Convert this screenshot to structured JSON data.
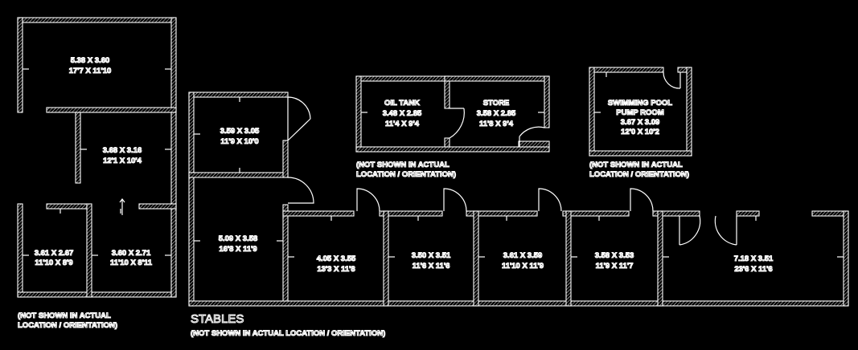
{
  "rooms": [
    {
      "id": "main-a",
      "metric": "5.38 X 3.60",
      "imperial": "17'7 X 11'10"
    },
    {
      "id": "main-b",
      "metric": "3.68 X 3.16",
      "imperial": "12'1 X 10'4"
    },
    {
      "id": "main-c",
      "metric": "3.61 X 2.67",
      "imperial": "11'10 X 8'9"
    },
    {
      "id": "main-d",
      "metric": "3.60 X 2.71",
      "imperial": "11'10 X 8'11"
    },
    {
      "id": "stable-1",
      "metric": "3.59 X 3.05",
      "imperial": "11'9 X 10'0"
    },
    {
      "id": "stable-2",
      "metric": "5.09 X 3.58",
      "imperial": "16'8 X 11'9"
    },
    {
      "id": "stable-3",
      "metric": "4.05 X 3.55",
      "imperial": "13'3 X 11'8"
    },
    {
      "id": "stable-4",
      "metric": "3.50 X 3.51",
      "imperial": "11'6 X 11'6"
    },
    {
      "id": "stable-5",
      "metric": "3.61 X 3.59",
      "imperial": "11'10 X 11'9"
    },
    {
      "id": "stable-6",
      "metric": "3.58 X 3.53",
      "imperial": "11'9 X 11'7"
    },
    {
      "id": "stable-7",
      "metric": "7.18 X 3.51",
      "imperial": "23'6 X 11'6"
    }
  ],
  "outbuildings": {
    "oil_tank": {
      "name": "OIL TANK",
      "metric": "3.48 X 2.85",
      "imperial": "11'4 X 9'4"
    },
    "store": {
      "name": "STORE",
      "metric": "3.58 X 2.85",
      "imperial": "11'8 X 9'4"
    },
    "pool_pump": {
      "name_line1": "SWIMMING POOL",
      "name_line2": "PUMP ROOM",
      "metric": "3.67 X 3.09",
      "imperial": "12'0 X 10'2"
    }
  },
  "notes": {
    "left_line1": "(NOT SHOWN IN ACTUAL",
    "left_line2": "LOCATION / ORIENTATION)",
    "oil_line1": "(NOT SHOWN IN ACTUAL",
    "oil_line2": "LOCATION / ORIENTATION)",
    "pool_line1": "(NOT SHOWN IN ACTUAL",
    "pool_line2": "LOCATION / ORIENTATION)",
    "stables_title": "STABLES",
    "stables_note": "(NOT SHOWN IN ACTUAL LOCATION / ORIENTATION)"
  },
  "colors": {
    "background": "#000000",
    "line": "#ffffff"
  }
}
